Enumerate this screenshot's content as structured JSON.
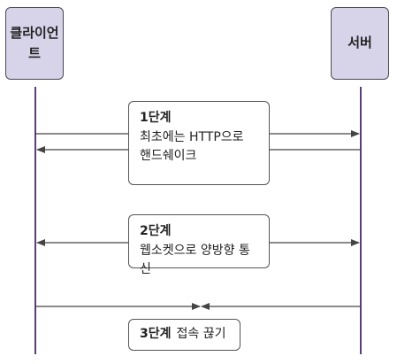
{
  "actors": {
    "client": "클라이언트",
    "server": "서버"
  },
  "steps": [
    {
      "title": "1단계",
      "lines": [
        "최초에는 HTTP으로",
        "핸드쉐이크"
      ]
    },
    {
      "title": "2단계",
      "lines": [
        "웹소켓으로 양방향 통신"
      ]
    },
    {
      "title": "3단계",
      "lines": [
        "접속 끊기"
      ]
    }
  ],
  "colors": {
    "actor_fill": "#d7d3e8",
    "lifeline": "#5a3f7a",
    "arrow": "#444444"
  }
}
